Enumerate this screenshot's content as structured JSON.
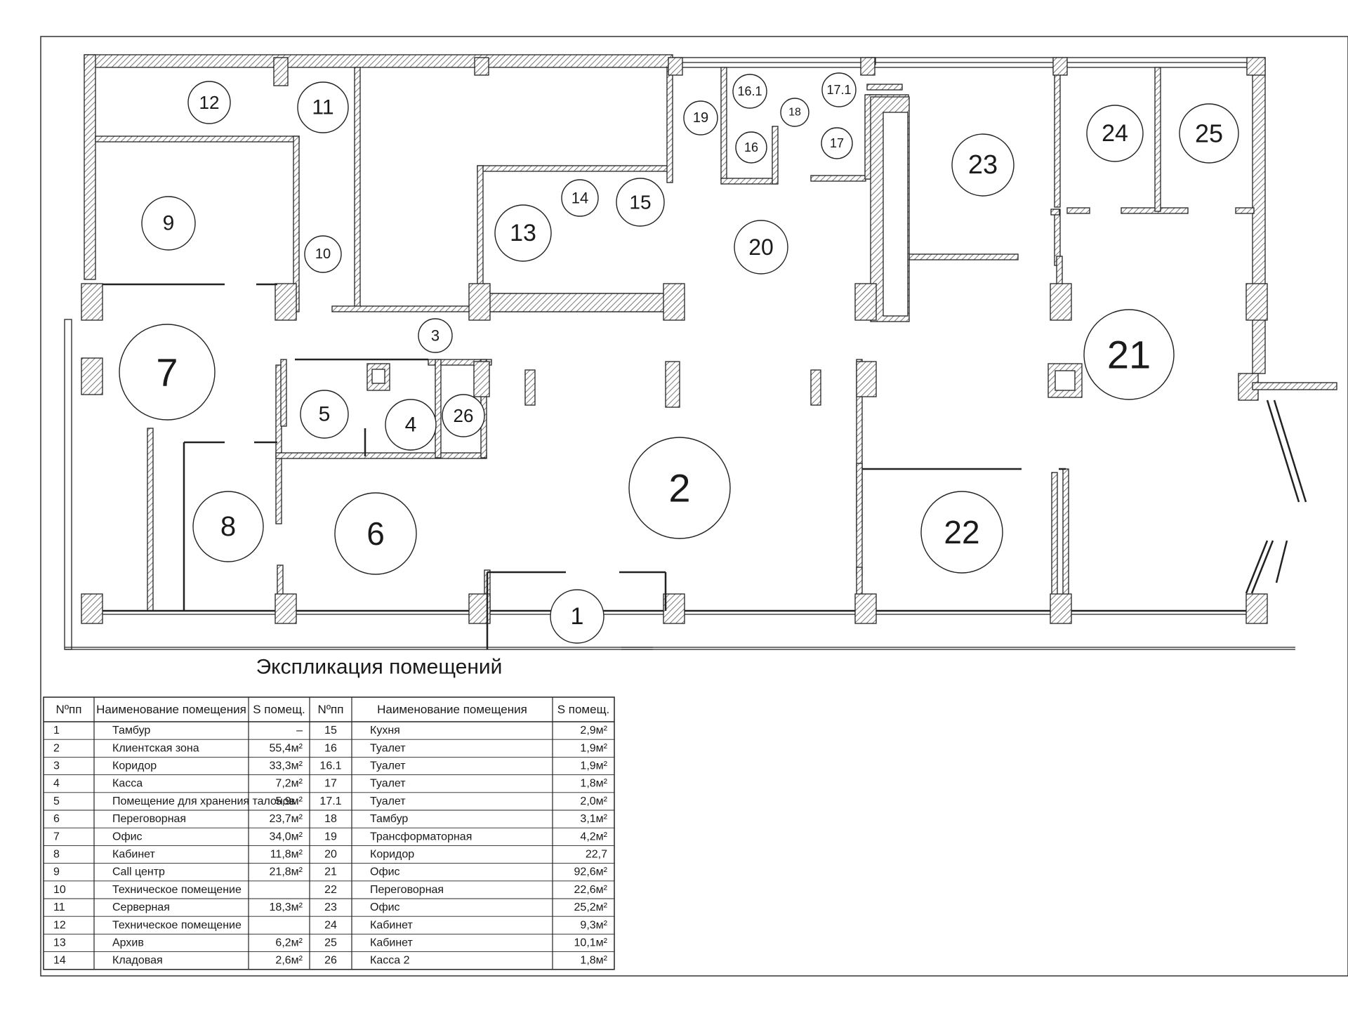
{
  "caption": "Экспликация помещений",
  "table": {
    "headers": [
      "Nºпп",
      "Наименование помещения",
      "S помещ.",
      "Nºпп",
      "Наименование помещения",
      "S помещ."
    ],
    "rows": [
      {
        "l_no": "1",
        "l_name": "Тамбур",
        "l_area": "–",
        "r_no": "15",
        "r_name": "Кухня",
        "r_area": "2,9м²"
      },
      {
        "l_no": "2",
        "l_name": "Клиентская зона",
        "l_area": "55,4м²",
        "r_no": "16",
        "r_name": "Туалет",
        "r_area": "1,9м²"
      },
      {
        "l_no": "3",
        "l_name": "Коридор",
        "l_area": "33,3м²",
        "r_no": "16.1",
        "r_name": "Туалет",
        "r_area": "1,9м²"
      },
      {
        "l_no": "4",
        "l_name": "Касса",
        "l_area": "7,2м²",
        "r_no": "17",
        "r_name": "Туалет",
        "r_area": "1,8м²"
      },
      {
        "l_no": "5",
        "l_name": "Помещение для хранения талонов",
        "l_area": "5,9м²",
        "r_no": "17.1",
        "r_name": "Туалет",
        "r_area": "2,0м²"
      },
      {
        "l_no": "6",
        "l_name": "Переговорная",
        "l_area": "23,7м²",
        "r_no": "18",
        "r_name": "Тамбур",
        "r_area": "3,1м²"
      },
      {
        "l_no": "7",
        "l_name": "Офис",
        "l_area": "34,0м²",
        "r_no": "19",
        "r_name": "Трансформаторная",
        "r_area": "4,2м²"
      },
      {
        "l_no": "8",
        "l_name": "Кабинет",
        "l_area": "11,8м²",
        "r_no": "20",
        "r_name": "Коридор",
        "r_area": "22,7"
      },
      {
        "l_no": "9",
        "l_name": "Call центр",
        "l_area": "21,8м²",
        "r_no": "21",
        "r_name": "Офис",
        "r_area": "92,6м²"
      },
      {
        "l_no": "10",
        "l_name": "Техническое помещение",
        "l_area": "",
        "r_no": "22",
        "r_name": "Переговорная",
        "r_area": "22,6м²"
      },
      {
        "l_no": "11",
        "l_name": "Серверная",
        "l_area": "18,3м²",
        "r_no": "23",
        "r_name": "Офис",
        "r_area": "25,2м²"
      },
      {
        "l_no": "12",
        "l_name": "Техническое помещение",
        "l_area": "",
        "r_no": "24",
        "r_name": "Кабинет",
        "r_area": "9,3м²"
      },
      {
        "l_no": "13",
        "l_name": "Архив",
        "l_area": "6,2м²",
        "r_no": "25",
        "r_name": "Кабинет",
        "r_area": "10,1м²"
      },
      {
        "l_no": "14",
        "l_name": "Кладовая",
        "l_area": "2,6м²",
        "r_no": "26",
        "r_name": "Касса 2",
        "r_area": "1,8м²"
      }
    ]
  },
  "rooms": [
    {
      "id": "1",
      "label": "1"
    },
    {
      "id": "2",
      "label": "2"
    },
    {
      "id": "3",
      "label": "3"
    },
    {
      "id": "4",
      "label": "4"
    },
    {
      "id": "5",
      "label": "5"
    },
    {
      "id": "6",
      "label": "6"
    },
    {
      "id": "7",
      "label": "7"
    },
    {
      "id": "8",
      "label": "8"
    },
    {
      "id": "9",
      "label": "9"
    },
    {
      "id": "10",
      "label": "10"
    },
    {
      "id": "11",
      "label": "11"
    },
    {
      "id": "12",
      "label": "12"
    },
    {
      "id": "13",
      "label": "13"
    },
    {
      "id": "14",
      "label": "14"
    },
    {
      "id": "15",
      "label": "15"
    },
    {
      "id": "16",
      "label": "16"
    },
    {
      "id": "16.1",
      "label": "16.1"
    },
    {
      "id": "17",
      "label": "17"
    },
    {
      "id": "17.1",
      "label": "17.1"
    },
    {
      "id": "18",
      "label": "18"
    },
    {
      "id": "19",
      "label": "19"
    },
    {
      "id": "20",
      "label": "20"
    },
    {
      "id": "21",
      "label": "21"
    },
    {
      "id": "22",
      "label": "22"
    },
    {
      "id": "23",
      "label": "23"
    },
    {
      "id": "24",
      "label": "24"
    },
    {
      "id": "25",
      "label": "25"
    },
    {
      "id": "26",
      "label": "26"
    }
  ]
}
